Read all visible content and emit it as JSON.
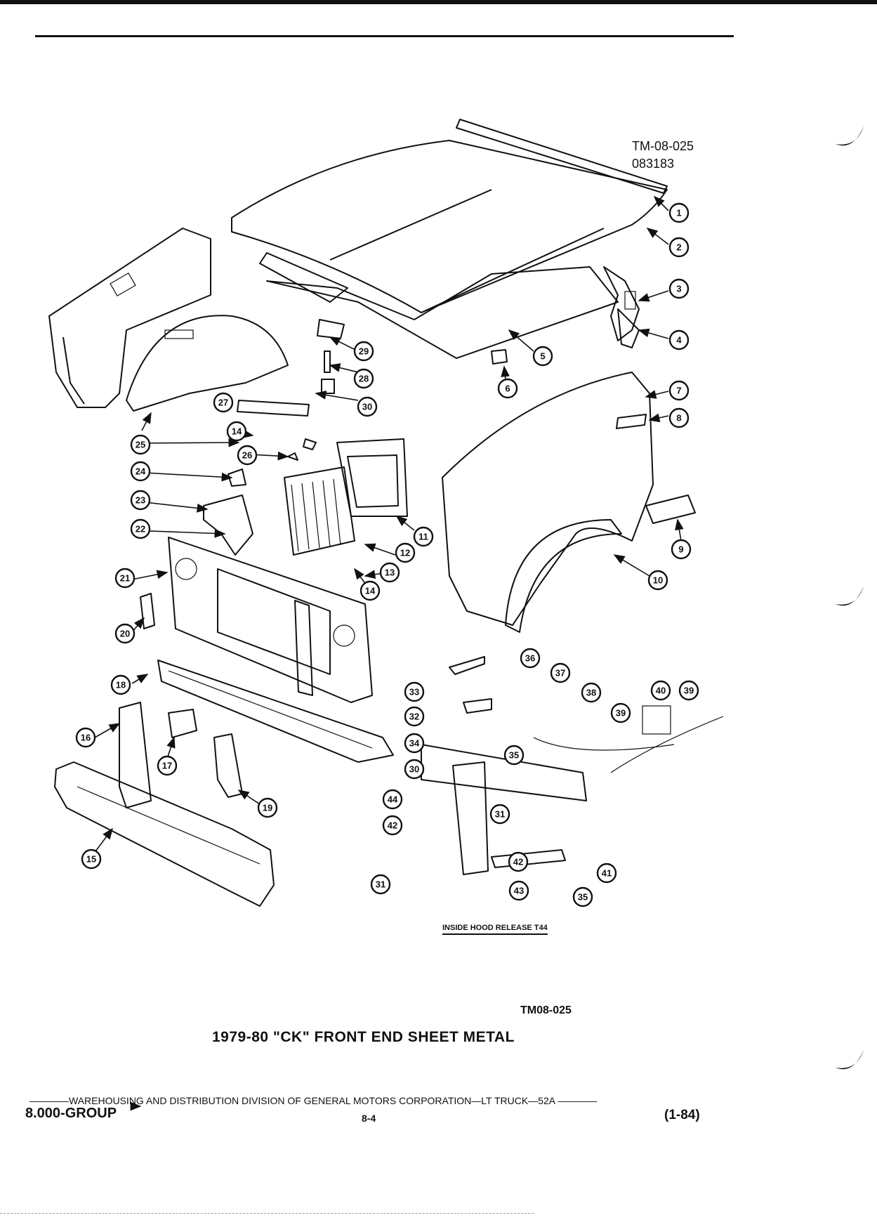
{
  "header": {
    "doc_id": "TM-08-025",
    "doc_date": "083183"
  },
  "figure": {
    "inset_caption": "INSIDE HOOD RELEASE  T44",
    "figure_code": "TM08-025",
    "title": "1979-80 \"CK\" FRONT END SHEET METAL"
  },
  "callouts": [
    "1",
    "2",
    "3",
    "4",
    "5",
    "6",
    "7",
    "8",
    "9",
    "10",
    "11",
    "12",
    "13",
    "14",
    "14",
    "15",
    "16",
    "17",
    "18",
    "19",
    "20",
    "21",
    "22",
    "23",
    "24",
    "25",
    "26",
    "27",
    "28",
    "29",
    "30",
    "30",
    "31",
    "31",
    "32",
    "33",
    "34",
    "35",
    "35",
    "36",
    "37",
    "38",
    "39",
    "39",
    "40",
    "41",
    "42",
    "42",
    "43",
    "44"
  ],
  "footer": {
    "line": "————WAREHOUSING AND DISTRIBUTION  DIVISION OF GENERAL MOTORS CORPORATION—LT TRUCK—52A ————",
    "group": "8.000-GROUP",
    "page": "8-4",
    "date": "(1-84)"
  }
}
